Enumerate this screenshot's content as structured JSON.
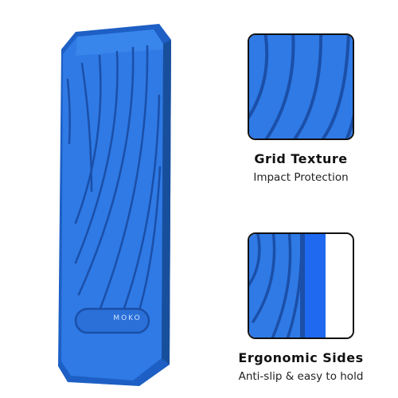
{
  "brand": {
    "logo_text": "MOKO"
  },
  "features": [
    {
      "title": "Grid Texture",
      "subtitle": "Impact Protection",
      "icon": "grid-texture-swatch"
    },
    {
      "title": "Ergonomic Sides",
      "subtitle": "Anti-slip & easy to hold",
      "icon": "ergonomic-sides-swatch"
    }
  ],
  "colors": {
    "case_blue": "#2f7ae5",
    "case_dark": "#1d5fc4",
    "groove": "#1b4fa8",
    "accent_blue": "#1f68f0"
  }
}
